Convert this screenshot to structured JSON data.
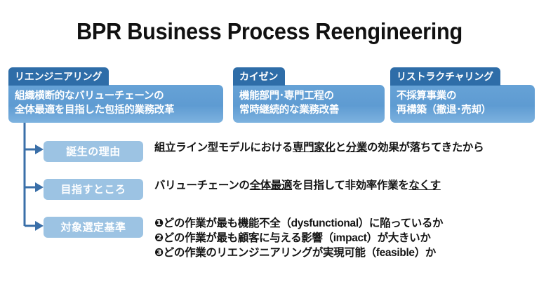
{
  "slide": {
    "title": "BPR Business Process Reengineering",
    "background_color": "#ffffff"
  },
  "colors": {
    "tab_blue": "#2E6DA8",
    "body_blue": "#5E9BD2",
    "pill_blue": "#9CC3E3",
    "arrow_blue": "#3A6FA8",
    "text_black": "#141414",
    "text_white": "#ffffff"
  },
  "concepts": [
    {
      "tab": "リエンジニアリング",
      "lines": [
        "組織横断的なバリューチェーンの",
        "全体最適を目指した包括的業務改革"
      ]
    },
    {
      "tab": "カイゼン",
      "lines": [
        "機能部門･専門工程の",
        "常時継続的な業務改善"
      ]
    },
    {
      "tab": "リストラクチャリング",
      "lines": [
        "不採算事業の",
        "再構築（撤退･売却）"
      ]
    }
  ],
  "details": [
    {
      "label": "誕生の理由",
      "text_plain": "組立ライン型モデルにおける専門家化と分業の効果が落ちてきたから",
      "segments": [
        {
          "t": "組立ライン型モデルにおける",
          "underline": false
        },
        {
          "t": "専門家化",
          "underline": true
        },
        {
          "t": "と",
          "underline": false
        },
        {
          "t": "分業",
          "underline": true
        },
        {
          "t": "の効果が落ちてきたから",
          "underline": false
        }
      ]
    },
    {
      "label": "目指すところ",
      "text_plain": "バリューチェーンの全体最適を目指して非効率作業をなくす",
      "segments": [
        {
          "t": "バリューチェーンの",
          "underline": false
        },
        {
          "t": "全体最適",
          "underline": true
        },
        {
          "t": "を目指して非効率作業を",
          "underline": false
        },
        {
          "t": "なくす",
          "underline": true
        }
      ]
    },
    {
      "label": "対象選定基準",
      "text_plain": "❶どの作業が最も機能不全（dysfunctional）に陥っているか ❷どの作業が最も顧客に与える影響（impact）が大きいか ❸どの作業のリエンジニアリングが実現可能（feasible）か",
      "bullets": [
        "❶どの作業が最も機能不全（dysfunctional）に陥っているか",
        "❷どの作業が最も顧客に与える影響（impact）が大きいか",
        "❸どの作業のリエンジニアリングが実現可能（feasible）か"
      ]
    }
  ]
}
